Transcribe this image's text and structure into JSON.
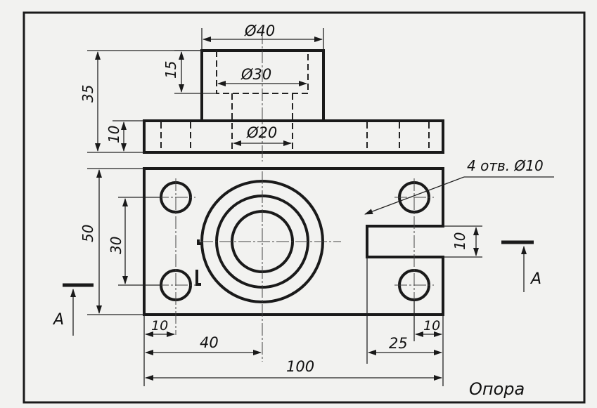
{
  "dimensions": {
    "d40": "Ø40",
    "d30": "Ø30",
    "d20": "Ø20",
    "h15": "15",
    "h35": "35",
    "h10": "10",
    "h50": "50",
    "h30": "30",
    "slot10": "10",
    "holes": "4 отв. Ø10",
    "w10_left": "10",
    "w40": "40",
    "w10_right": "10",
    "w25": "25",
    "w100": "100"
  },
  "section": {
    "left_label": "A",
    "right_label": "A"
  },
  "title": "Опора",
  "colors": {
    "ink": "#1a1a1a",
    "paper": "#f2f2f0"
  }
}
